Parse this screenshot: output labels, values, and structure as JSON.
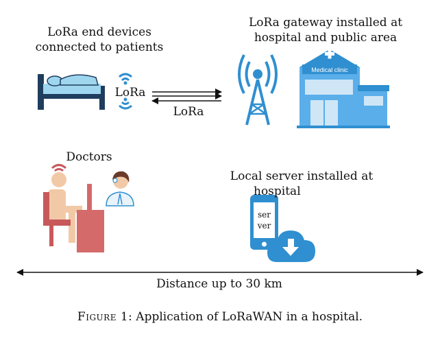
{
  "labels": {
    "end_devices_line1": "LoRa end devices",
    "end_devices_line2": "connected to patients",
    "gateway_line1": "LoRa gateway installed at",
    "gateway_line2": "hospital and public area",
    "lora_near_signal": "LoRa",
    "lora_under_arrow": "LoRa",
    "doctors": "Doctors",
    "server_line1": "Local server installed at",
    "server_line2": "hospital",
    "distance": "Distance up to 30 km"
  },
  "clinic_sign": "Medical clinic",
  "server_screen": {
    "line1": "ser",
    "line2": "ver"
  },
  "caption": {
    "prefix": "Figure 1",
    "text": ": Application of LoRaWAN in a hospital."
  },
  "colors": {
    "blue_primary": "#2f8fd0",
    "blue_light": "#5aaeea",
    "blue_pale": "#cfe6f6",
    "bed_blue": "#9fd6ef",
    "bed_frame": "#1f3d5c",
    "skin": "#f2c9a6",
    "chair_red": "#c7595b",
    "desk_red": "#d46a6a",
    "doctor_hair": "#6b3a2a",
    "ink": "#111111"
  }
}
